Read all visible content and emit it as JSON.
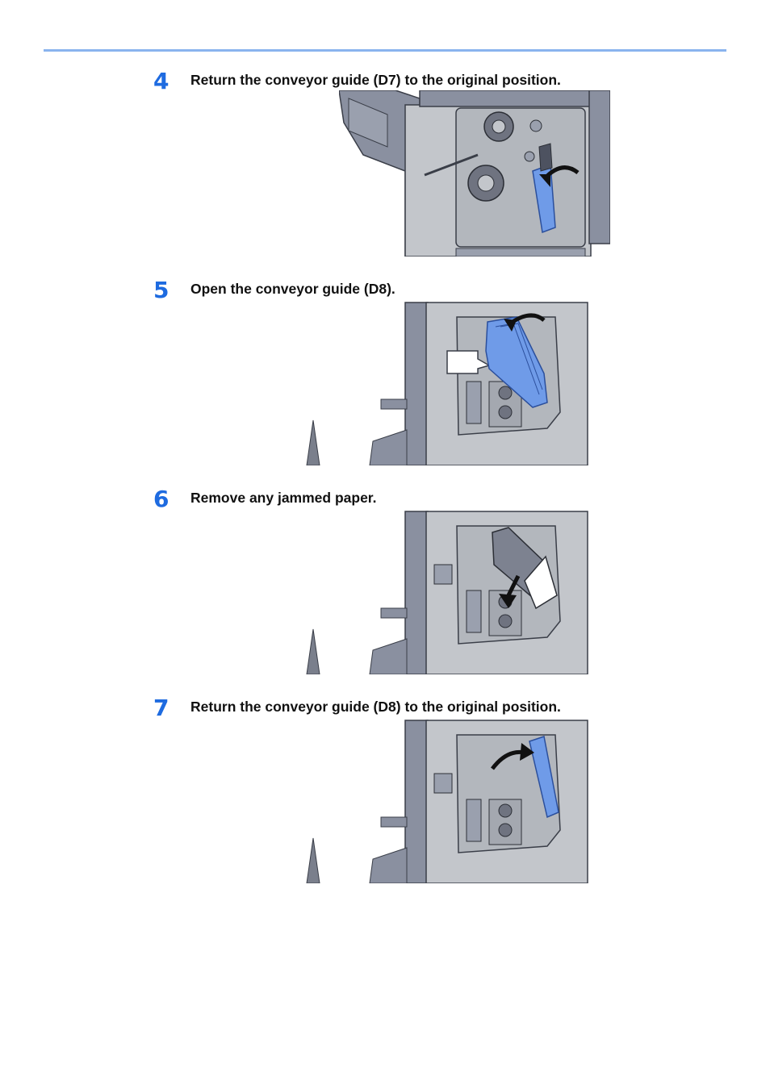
{
  "steps": [
    {
      "number": "4",
      "text": "Return the conveyor guide (D7) to the original position."
    },
    {
      "number": "5",
      "text": "Open the conveyor guide (D8)."
    },
    {
      "number": "6",
      "text": "Remove any jammed paper."
    },
    {
      "number": "7",
      "text": "Return the conveyor guide (D8) to the original position."
    }
  ],
  "colors": {
    "accent": "#1e6be0",
    "rule": "#8ab4ee",
    "highlight": "#6f9be8",
    "machine": "#7a7f8c",
    "panel": "#c3c6cb"
  }
}
